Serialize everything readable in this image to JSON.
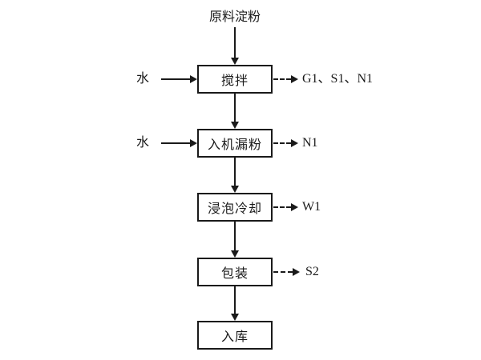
{
  "diagram": {
    "source_label": "原料淀粉",
    "steps": [
      {
        "id": "mixing",
        "label": "搅拌",
        "side_input": "水",
        "emission": "G1、S1、N1"
      },
      {
        "id": "feeding",
        "label": "入机漏粉",
        "side_input": "水",
        "emission": "N1"
      },
      {
        "id": "soak-cool",
        "label": "浸泡冷却",
        "side_input": "",
        "emission": "W1"
      },
      {
        "id": "packaging",
        "label": "包装",
        "side_input": "",
        "emission": "S2"
      },
      {
        "id": "warehousing",
        "label": "入库",
        "side_input": "",
        "emission": ""
      }
    ],
    "colors": {
      "line": "#1a1a1a",
      "background": "#ffffff"
    }
  }
}
